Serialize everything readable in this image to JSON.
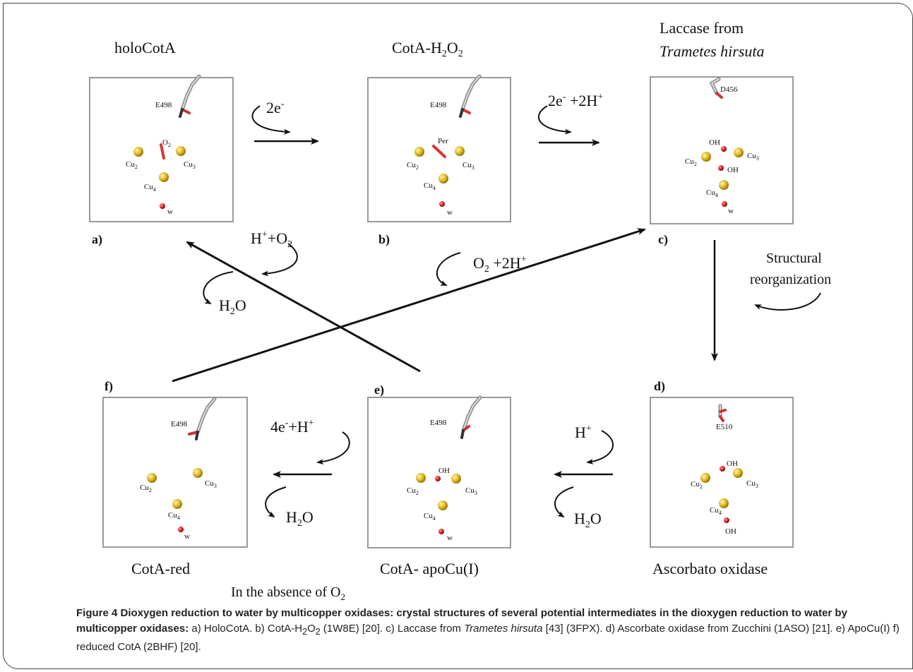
{
  "panels": {
    "a": {
      "letter": "a)",
      "title": "holoCotA",
      "residue": "E498",
      "o2": "O2",
      "cu2": "Cu2",
      "cu3": "Cu3",
      "cu4": "Cu4",
      "w": "w"
    },
    "b": {
      "letter": "b)",
      "title": "CotA-H2O2",
      "residue": "E498",
      "per": "Per",
      "cu2": "Cu2",
      "cu3": "Cu3",
      "cu4": "Cu4",
      "w": "w"
    },
    "c": {
      "letter": "c)",
      "title_line1": "Laccase from",
      "title_line2": "Trametes hirsuta",
      "residue": "D456",
      "oh1": "OH",
      "oh2": "OH",
      "cu2": "Cu2",
      "cu3": "Cu3",
      "cu4": "Cu4",
      "w": "w"
    },
    "d": {
      "letter": "d)",
      "title": "Ascorbato oxidase",
      "residue": "E510",
      "oh1": "OH",
      "oh2": "OH",
      "cu2": "Cu2",
      "cu3": "Cu3",
      "cu4": "Cu4"
    },
    "e": {
      "letter": "e)",
      "title": "CotA- apoCu(I)",
      "residue": "E498",
      "oh": "OH",
      "cu2": "Cu2",
      "cu3": "Cu3",
      "cu4": "Cu4",
      "w": "w"
    },
    "f": {
      "letter": "f)",
      "title": "CotA-red",
      "residue": "E498",
      "cu2": "Cu2",
      "cu3": "Cu3",
      "cu4": "Cu4",
      "w": "w"
    }
  },
  "reactions": {
    "a_to_b": "2e-",
    "b_to_c": "2e- +2H+",
    "f_to_c": "O2 +2H+",
    "e_to_a_in": "H+ +O2",
    "e_to_a_out": "H2O",
    "c_to_d": "Structural reorganization",
    "d_to_e_in": "H+",
    "d_to_e_out": "H2O",
    "e_to_f_in": "4e- +H+",
    "e_to_f_out": "H2O",
    "absence_note": "In the absence of O2"
  },
  "caption": {
    "bold": "Figure 4 Dioxygen reduction to water by multicopper oxidases: crystal structures of several potential intermediates in the dioxygen reduction to water by multicopper oxidases:",
    "text": "a) HoloCotA. b) CotA-H2O2 (1W8E) [20]. c) Laccase from Trametes hirsuta [43] (3FPX). d) Ascorbate oxidase from Zucchini (1ASO) [21]. e) ApoCu(I) f) reduced CotA (2BHF) [20]."
  }
}
